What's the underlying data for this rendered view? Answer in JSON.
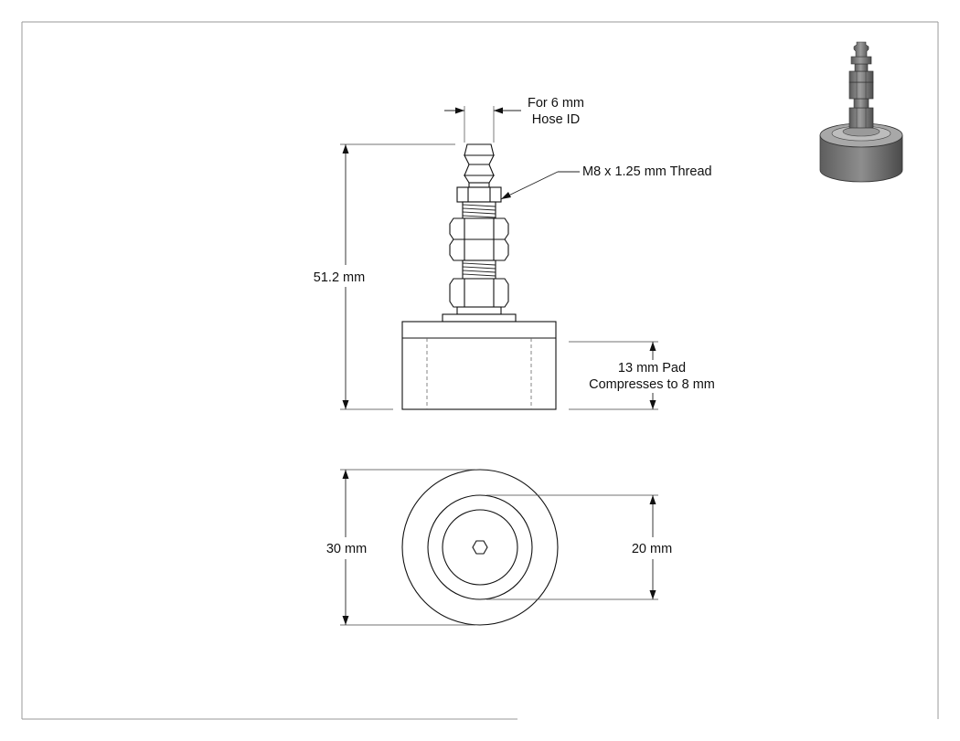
{
  "drawing": {
    "labels": {
      "hose_line1": "For 6 mm",
      "hose_line2": "Hose ID",
      "thread": "M8 x 1.25 mm Thread",
      "height": "51.2 mm",
      "pad_line1": "13 mm Pad",
      "pad_line2": "Compresses to 8 mm",
      "outer_diameter": "30 mm",
      "inner_diameter": "20 mm"
    },
    "colors": {
      "line": "#111111",
      "border": "#9a9a9a",
      "background": "#ffffff",
      "thumbnail_metal": "#7d7d7d"
    },
    "icons": {
      "center_hex": "hexagon-socket-icon",
      "thumbnail": "isometric-part-thumbnail"
    }
  }
}
